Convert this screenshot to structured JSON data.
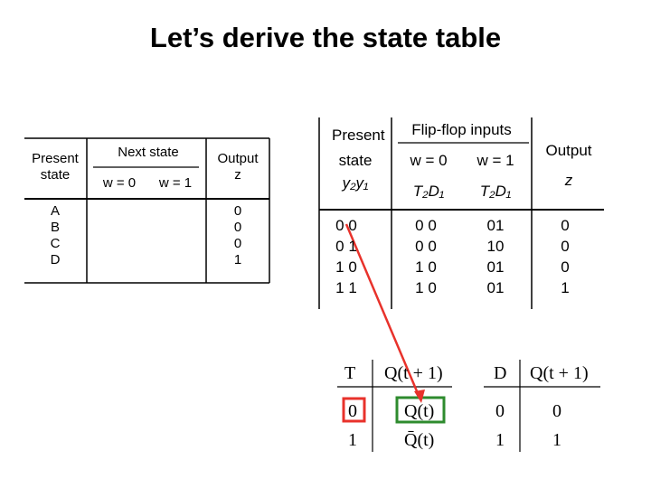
{
  "title": "Let’s derive the state table",
  "table1": {
    "header_present": "Present\nstate",
    "header_next": "Next state",
    "header_w0": "w = 0",
    "header_w1": "w = 1",
    "header_output": "Output\nz",
    "states": [
      "A",
      "B",
      "C",
      "D"
    ],
    "outputs": [
      "0",
      "0",
      "0",
      "1"
    ]
  },
  "table2": {
    "present_label": "Present",
    "present_state": "state",
    "present_vars": "y₂y₁",
    "flipflop_label": "Flip-flop inputs",
    "w0": "w = 0",
    "w1": "w = 1",
    "t2d1_a": "T₂D₁",
    "t2d1_b": "T₂D₁",
    "output_label": "Output",
    "output_var": "z",
    "present_values": [
      "0 0",
      "0 1",
      "1 0",
      "1 1"
    ],
    "w0_values": [
      "0 0",
      "0 0",
      "1 0",
      "1 0"
    ],
    "w1_values": [
      "01",
      "10",
      "01",
      "01"
    ],
    "z_values": [
      "0",
      "0",
      "0",
      "1"
    ]
  },
  "t_table": {
    "header_t": "T",
    "header_q": "Q(t + 1)",
    "rows": [
      [
        "0",
        "Q(t)"
      ],
      [
        "1",
        "Q̄(t)"
      ]
    ]
  },
  "d_table": {
    "header_d": "D",
    "header_q": "Q(t + 1)",
    "rows": [
      [
        "0",
        "0"
      ],
      [
        "1",
        "1"
      ]
    ]
  },
  "colors": {
    "highlight_red": "#e8322b",
    "highlight_green": "#2e8b2e",
    "rule": "#000000"
  }
}
